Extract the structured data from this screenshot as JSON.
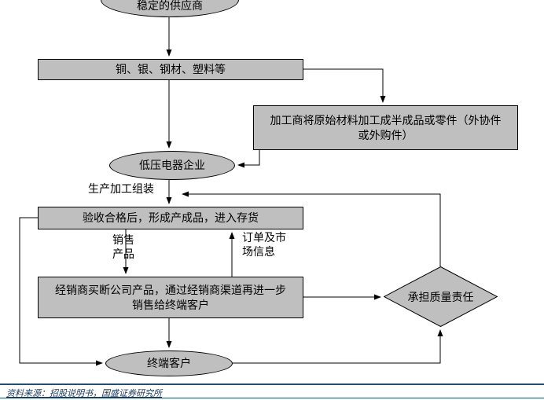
{
  "diagram": {
    "nodes": {
      "supplier": "稳定的供应商",
      "materials": "铜、银、钢材、塑料等",
      "processor": "加工商将原始材料加工成半成品或零件（外协件\n或外购件）",
      "company": "低压电器企业",
      "inventory": "验收合格后，形成产成品，进入存货",
      "distributor": "经销商买断公司产品，通过经销商渠道再进一步\n销售给终端客户",
      "end_customer": "终端客户",
      "quality": "承担质量责任"
    },
    "edge_labels": {
      "production": "生产加工组装",
      "sell": "销售\n产品",
      "orders": "订单及市\n场信息"
    }
  },
  "footer": {
    "source": "资料来源：招股说明书，国盛证券研究所"
  },
  "colors": {
    "shape_fill": "#bfbfbf",
    "shape_border": "#000000",
    "arrow": "#000000",
    "divider": "#1f4e79",
    "footer_text": "#17375e"
  }
}
